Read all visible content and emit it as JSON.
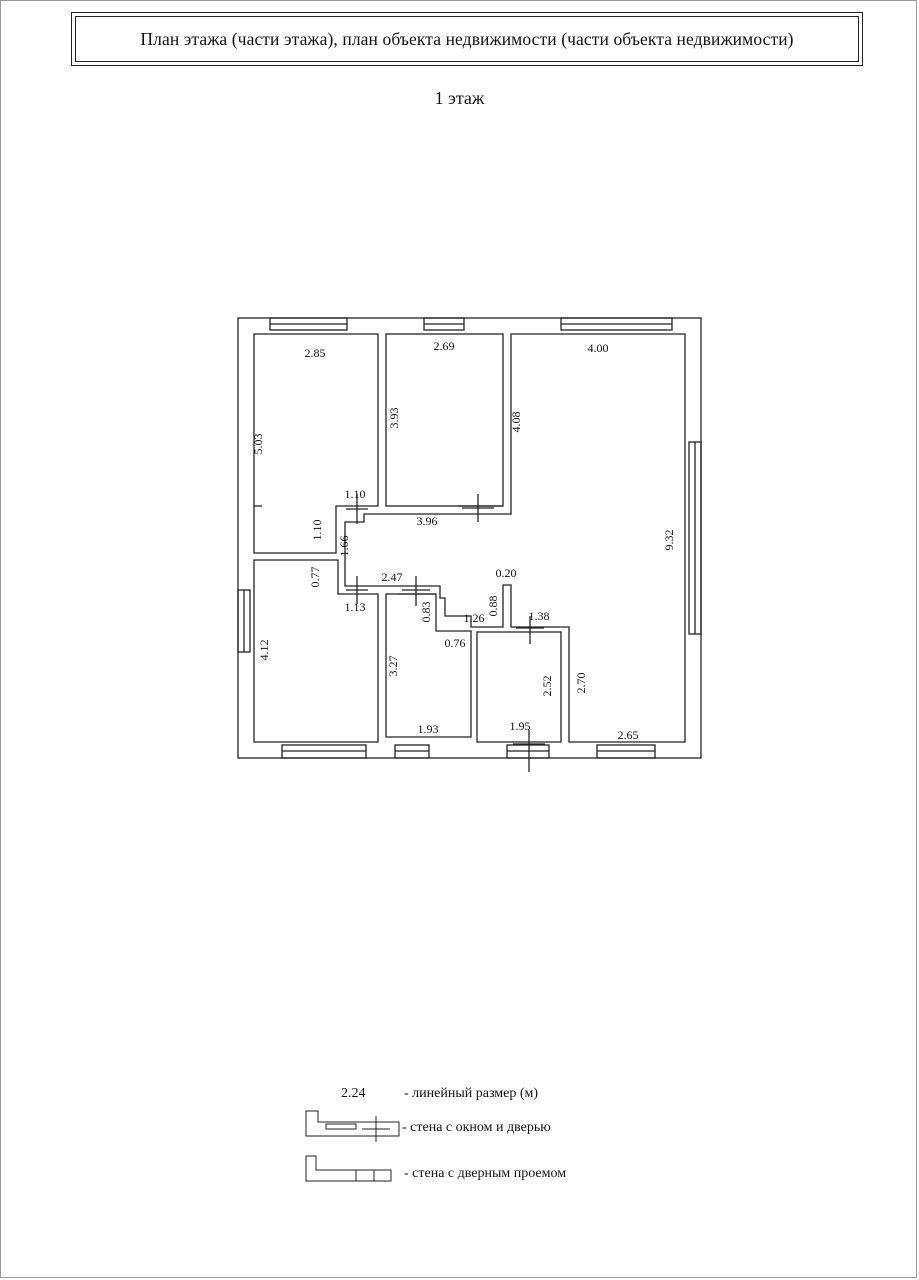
{
  "header": {
    "title": "План этажа (части этажа), план объекта недвижимости (части объекта недвижимости)",
    "floor_label": "1 этаж"
  },
  "plan": {
    "dimensions": [
      "2.85",
      "2.69",
      "4.00",
      "5.03",
      "3.93",
      "4.08",
      "9.32",
      "1.10",
      "1.10",
      "3.96",
      "1.66",
      "0.77",
      "2.47",
      "0.20",
      "1.13",
      "0.83",
      "0.88",
      "1.26",
      "1.38",
      "0.76",
      "4.12",
      "3.27",
      "2.52",
      "2.70",
      "1.93",
      "1.95",
      "2.65"
    ]
  },
  "legend": {
    "sample_value": "2.24",
    "items": [
      {
        "text": "- линейный размер (м)"
      },
      {
        "text": "- стена с окном и дверью"
      },
      {
        "text": "- стена с дверным проемом"
      }
    ]
  },
  "colors": {
    "line": "#222222",
    "background": "#ffffff"
  }
}
